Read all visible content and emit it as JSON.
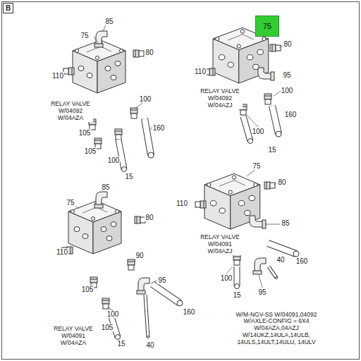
{
  "diagram": {
    "nodes": [
      {
        "text": [
          "B"
        ]
      },
      {
        "text": [
          "75"
        ]
      }
    ],
    "labels": [
      "85",
      "75",
      "80",
      "110",
      "RELAY VALVE W/04092 W/04AZA",
      "100",
      "160",
      "105",
      "105",
      "100",
      "15",
      "80",
      "110",
      "95",
      "100",
      "RELAY VALVE W/04092 W/04AZJ",
      "160",
      "100",
      "15",
      "85",
      "75",
      "80",
      "110",
      "90",
      "95",
      "105",
      "100",
      "160",
      "105",
      "15",
      "40",
      "RELAY VALVE W/04091 W/04AZA",
      "75",
      "80",
      "110",
      "85",
      "RELAY VALVE W/04091 W/04AZJ",
      "40",
      "160",
      "100",
      "15",
      "95",
      "W/M-NGV-SS W/04091,04092 W/AXLE-CONFIG = 6X4 W/04AZA,04AZJ W/14UKZ,14ULA,14ULB, 14ULS,14ULT,14ULU, 14ULV"
    ]
  }
}
